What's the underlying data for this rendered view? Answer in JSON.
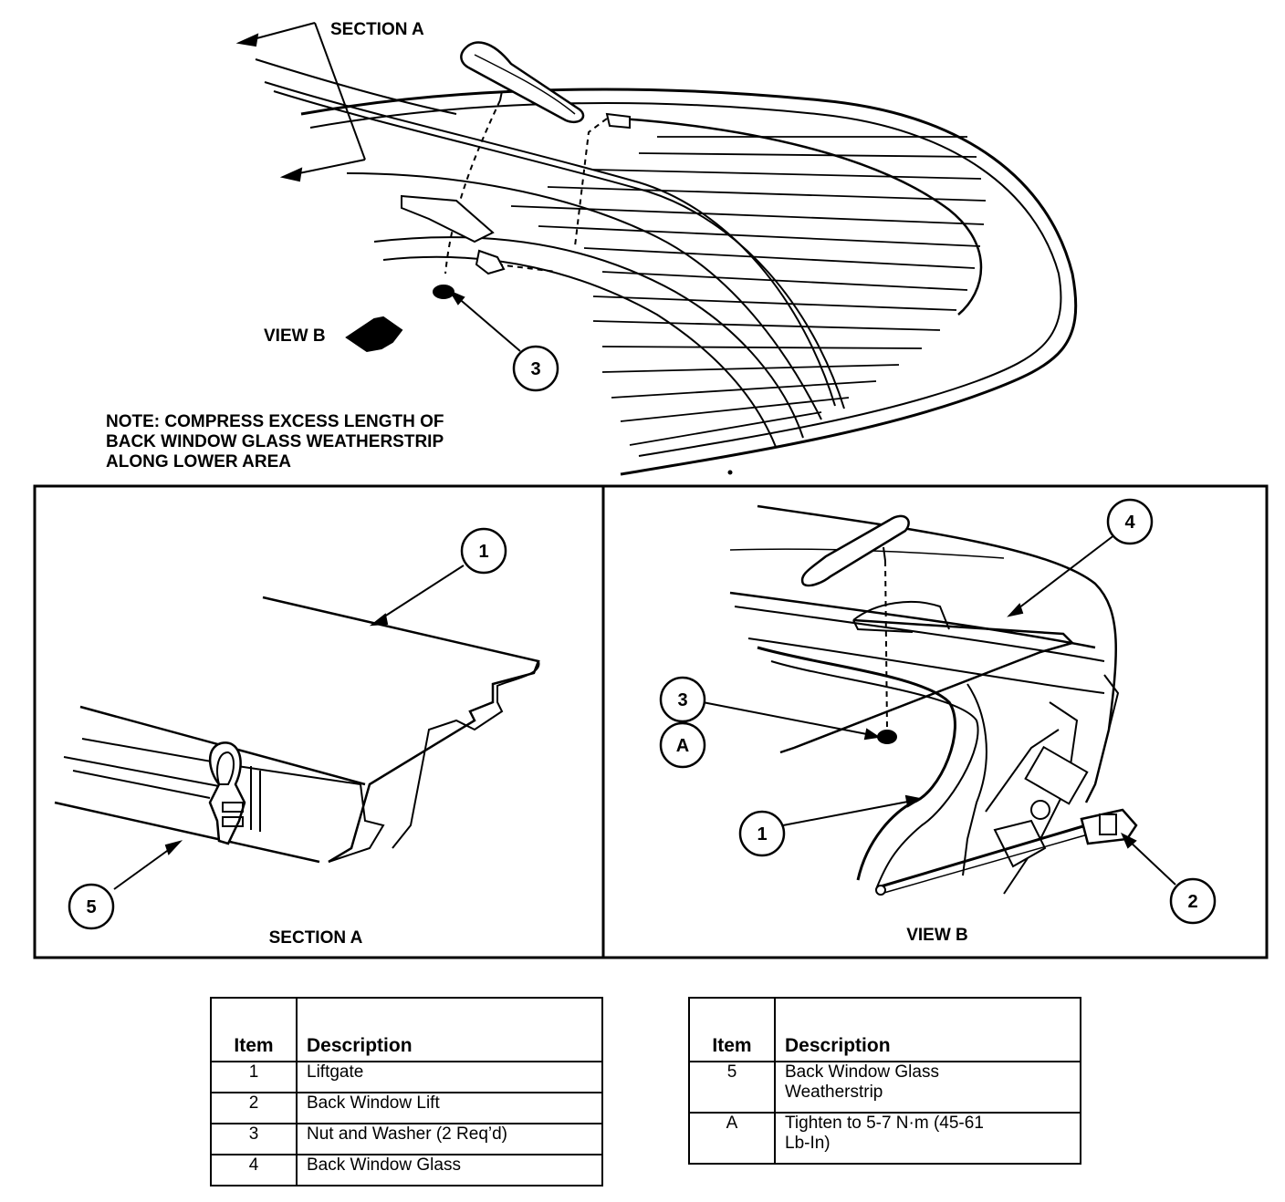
{
  "labels": {
    "section_a": "SECTION A",
    "view_b": "VIEW B",
    "section_a_caption": "SECTION A",
    "view_b_caption": "VIEW B"
  },
  "note": {
    "lines": [
      "NOTE: COMPRESS EXCESS LENGTH OF",
      "BACK WINDOW GLASS WEATHERSTRIP",
      "ALONG LOWER AREA"
    ]
  },
  "callouts": {
    "top_3": "3",
    "left_1": "1",
    "left_5": "5",
    "right_4": "4",
    "right_3": "3",
    "right_A": "A",
    "right_1": "1",
    "right_2": "2"
  },
  "legend_left": {
    "header_item": "Item",
    "header_desc": "Description",
    "rows": [
      {
        "item": "1",
        "desc": "Liftgate"
      },
      {
        "item": "2",
        "desc": "Back Window Lift"
      },
      {
        "item": "3",
        "desc": "Nut and Washer (2 Req’d)"
      },
      {
        "item": "4",
        "desc": "Back Window Glass"
      }
    ]
  },
  "legend_right": {
    "header_item": "Item",
    "header_desc": "Description",
    "rows": [
      {
        "item": "5",
        "desc_line1": "Back Window Glass",
        "desc_line2": "Weatherstrip"
      },
      {
        "item": "A",
        "desc_line1": "Tighten to 5-7 N·m (45-61",
        "desc_line2": "Lb-In)"
      }
    ]
  }
}
